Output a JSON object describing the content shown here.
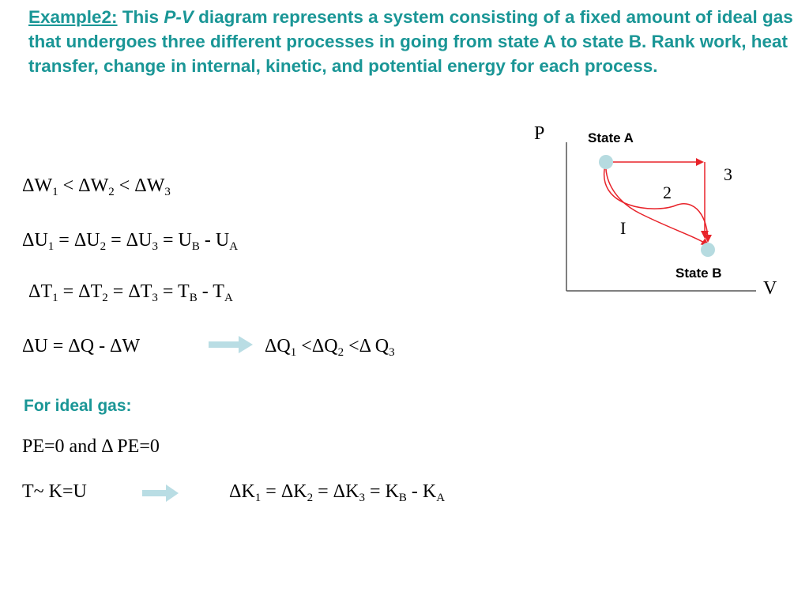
{
  "heading": {
    "example_label": "Example2:",
    "t1": " This ",
    "pv": "P-V",
    "t2": " diagram represents a system consisting of a fixed amount of ideal gas that undergoes three different processes in going from state A to state B.  Rank work, heat transfer, change in internal, kinetic, and potential energy for each process."
  },
  "equations": {
    "work": {
      "d": "Δ",
      "W": "W",
      "s1": "1",
      "lt": " < ",
      "s2": "2",
      "s3": "3"
    },
    "internal": {
      "U": "U",
      "s1": "1",
      "eq": " = ",
      "s2": "2",
      "s3": "3",
      "minus": " - ",
      "B": "B",
      "A": "A"
    },
    "temp": {
      "T": "T",
      "s1": "1",
      "eq": " = ",
      "s2": "2",
      "s3": "3",
      "minus": " - ",
      "B": "B",
      "A": "A"
    },
    "first_law": {
      "text": "ΔU = ΔQ  - ΔW",
      "q": "ΔQ",
      "s1": "1",
      "lt": " <",
      "s2": "2",
      "lt2": " <Δ ",
      "q3": "Q",
      "s3": "3"
    },
    "pe": "PE=0 and Δ PE=0",
    "kinetic": {
      "left": "T~ K=U",
      "K": "K",
      "s1": "1",
      "eq": " = ",
      "s2": "2",
      "s3": "3",
      "minus": " - ",
      "B": "B",
      "A": "A"
    }
  },
  "subheading": "For ideal gas:",
  "diagram": {
    "axis_p": "P",
    "axis_v": "V",
    "state_a": "State A",
    "state_b": "State B",
    "path1": "I",
    "path2": "2",
    "path3": "3"
  },
  "colors": {
    "heading": "#1a9696",
    "path": "#e8232a",
    "state_dot": "#b6dbe0",
    "arrow": "#b9dde4",
    "axis": "#555555"
  }
}
